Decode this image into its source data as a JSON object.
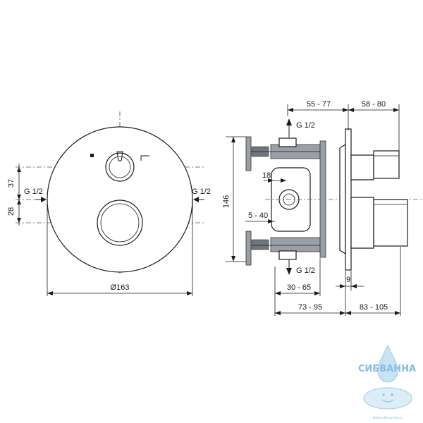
{
  "front_view": {
    "diameter_label": "Ø163",
    "offset_top": "37",
    "offset_bottom": "28",
    "inlet_left": "G 1/2",
    "inlet_right": "G 1/2"
  },
  "side_view": {
    "height": "146",
    "top_connection": "G 1/2",
    "bottom_connection": "G 1/2",
    "dim_55_77": "55 - 77",
    "dim_58_80": "58 - 80",
    "dim_18": "18",
    "dim_5_40": "5 - 40",
    "dim_30_65": "30 - 65",
    "dim_9": "9",
    "dim_73_95": "73 - 95",
    "dim_83_105": "83 - 105"
  },
  "watermark": {
    "brand": "СИБВАННА",
    "url": "www.sibvanna.ru"
  }
}
